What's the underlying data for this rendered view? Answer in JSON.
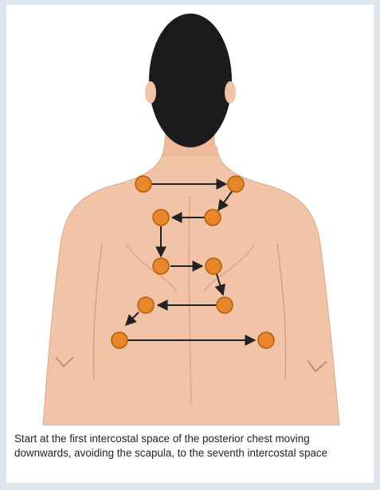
{
  "caption": "Start at the first intercostal space of the posterior chest moving downwards, avoiding the scapula, to the seventh intercostal space",
  "colors": {
    "background": "#dfe6f0",
    "skin": "#f1c4a7",
    "skin_shadow": "#d89f84",
    "hair": "#1c1b1b",
    "point": "#e8862a",
    "point_stroke": "#b35c10",
    "arrow": "#222222"
  },
  "auscultation_points": [
    {
      "order": 1,
      "side": "left"
    },
    {
      "order": 2,
      "side": "right"
    },
    {
      "order": 3,
      "side": "right"
    },
    {
      "order": 4,
      "side": "left"
    },
    {
      "order": 5,
      "side": "left"
    },
    {
      "order": 6,
      "side": "right"
    },
    {
      "order": 7,
      "side": "right"
    },
    {
      "order": 8,
      "side": "left"
    },
    {
      "order": 9,
      "side": "left"
    },
    {
      "order": 10,
      "side": "right"
    }
  ]
}
